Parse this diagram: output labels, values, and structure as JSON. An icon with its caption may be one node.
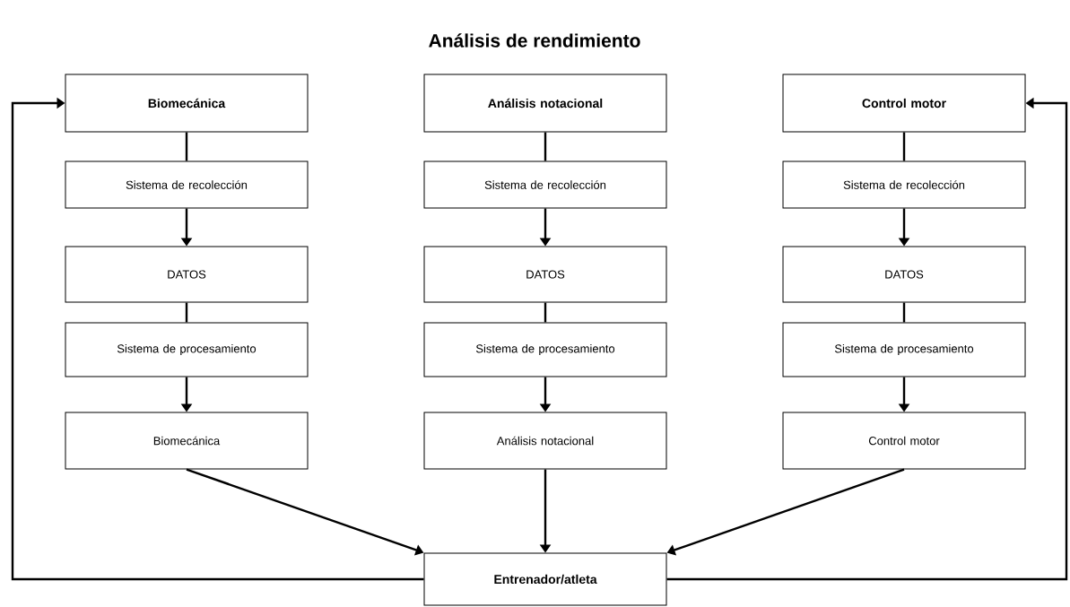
{
  "diagram": {
    "title": "Análisis de rendimiento",
    "nodes": [
      {
        "text": [
          "Biomecánica"
        ]
      },
      {
        "text": [
          "Análisis notacional"
        ]
      },
      {
        "text": [
          "Control motor"
        ]
      },
      {
        "text": [
          "Sistema de recolección"
        ]
      },
      {
        "text": [
          "Sistema de recolección"
        ]
      },
      {
        "text": [
          "Sistema de recolección"
        ]
      },
      {
        "text": [
          "DATOS"
        ]
      },
      {
        "text": [
          "DATOS"
        ]
      },
      {
        "text": [
          "DATOS"
        ]
      },
      {
        "text": [
          "Sistema de procesamiento"
        ]
      },
      {
        "text": [
          "Sistema de procesamiento"
        ]
      },
      {
        "text": [
          "Sistema de procesamiento"
        ]
      },
      {
        "text": [
          "Biomecánica"
        ]
      },
      {
        "text": [
          "Análisis notacional"
        ]
      },
      {
        "text": [
          "Control motor"
        ]
      },
      {
        "text": [
          "Entrenador/atleta"
        ]
      }
    ],
    "edges": [
      {
        "from": 0,
        "to": 3,
        "arrow": "none"
      },
      {
        "from": 1,
        "to": 4,
        "arrow": "none"
      },
      {
        "from": 2,
        "to": 5,
        "arrow": "none"
      },
      {
        "from": 3,
        "to": 6,
        "arrow": "to"
      },
      {
        "from": 4,
        "to": 7,
        "arrow": "to"
      },
      {
        "from": 5,
        "to": 8,
        "arrow": "to"
      },
      {
        "from": 6,
        "to": 9,
        "arrow": "none"
      },
      {
        "from": 7,
        "to": 10,
        "arrow": "none"
      },
      {
        "from": 8,
        "to": 11,
        "arrow": "none"
      },
      {
        "from": 9,
        "to": 12,
        "arrow": "to"
      },
      {
        "from": 10,
        "to": 13,
        "arrow": "to"
      },
      {
        "from": 11,
        "to": 14,
        "arrow": "to"
      },
      {
        "from": 12,
        "to": 15,
        "arrow": "to"
      },
      {
        "from": 13,
        "to": 15,
        "arrow": "to"
      },
      {
        "from": 14,
        "to": 15,
        "arrow": "to"
      },
      {
        "from": 15,
        "to": 0,
        "arrow": "to"
      },
      {
        "from": 15,
        "to": 2,
        "arrow": "to"
      }
    ]
  }
}
